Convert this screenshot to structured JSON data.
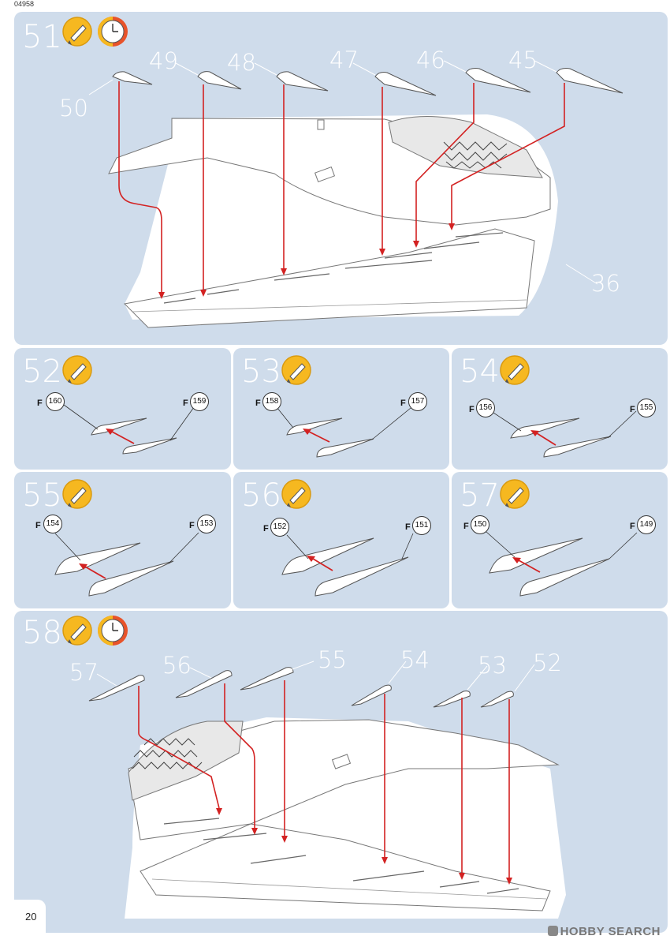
{
  "doc_code": "04958",
  "page_number": "20",
  "watermark": "HOBBY SEARCH",
  "steps": {
    "s51": {
      "number": "51",
      "parts": [
        "50",
        "49",
        "48",
        "47",
        "46",
        "45",
        "36"
      ]
    },
    "s52": {
      "number": "52",
      "parts": [
        "160",
        "159"
      ]
    },
    "s53": {
      "number": "53",
      "parts": [
        "158",
        "157"
      ]
    },
    "s54": {
      "number": "54",
      "parts": [
        "156",
        "155"
      ]
    },
    "s55": {
      "number": "55",
      "parts": [
        "154",
        "153"
      ]
    },
    "s56": {
      "number": "56",
      "parts": [
        "152",
        "151"
      ]
    },
    "s57": {
      "number": "57",
      "parts": [
        "150",
        "149"
      ]
    },
    "s58": {
      "number": "58",
      "parts": [
        "57",
        "56",
        "55",
        "54",
        "53",
        "52"
      ]
    }
  },
  "sprue_letter": "F",
  "icons": {
    "glue": "glue-tube-icon",
    "clock": "drying-time-clock-icon"
  },
  "colors": {
    "panel": "#cfdceb",
    "arrow": "#d32222",
    "icon_yellow": "#f6b820",
    "clock_red": "#e8532a"
  }
}
